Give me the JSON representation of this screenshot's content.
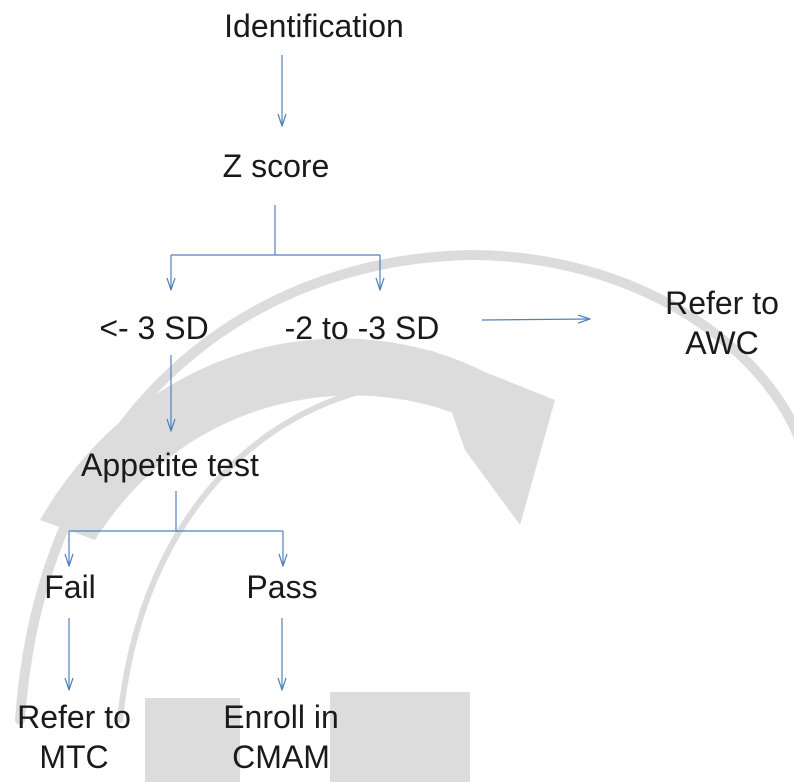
{
  "nodes": {
    "identification": "Identification",
    "z_score": "Z score",
    "less_than_3sd": "<- 3 SD",
    "range_2_to_3sd": "-2 to -3 SD",
    "refer_awc": {
      "line1": "Refer to",
      "line2": "AWC"
    },
    "appetite_test": "Appetite test",
    "fail": "Fail",
    "pass": "Pass",
    "refer_mtc": {
      "line1": "Refer to",
      "line2": "MTC"
    },
    "enroll_cmam": {
      "line1": "Enroll in",
      "line2": "CMAM"
    }
  },
  "colors": {
    "connector": "#4f81bd",
    "text": "#1a1a1a",
    "watermark": "#dcdcdc"
  }
}
